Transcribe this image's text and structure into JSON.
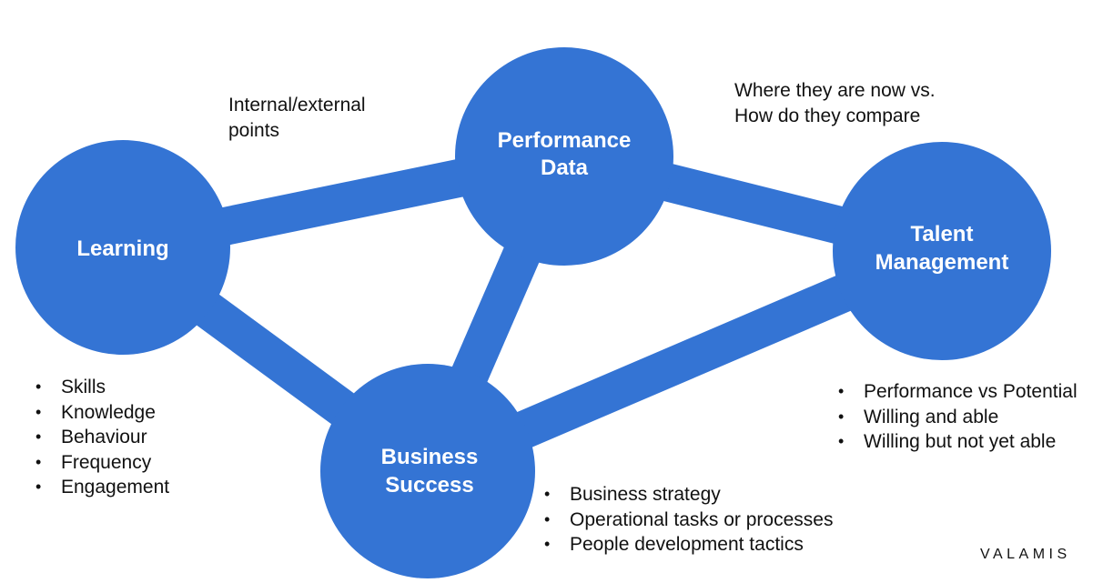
{
  "nodes": {
    "performance": {
      "line1": "Performance",
      "line2": "Data"
    },
    "learning": {
      "label": "Learning"
    },
    "talent": {
      "line1": "Talent",
      "line2": "Management"
    },
    "business": {
      "line1": "Business",
      "line2": "Success"
    }
  },
  "annotations": {
    "internal_external": {
      "line1": "Internal/external",
      "line2": "points"
    },
    "comparison": {
      "line1": "Where they are now vs.",
      "line2": "How do they compare"
    }
  },
  "learning_bullets": [
    "Skills",
    "Knowledge",
    "Behaviour",
    "Frequency",
    "Engagement"
  ],
  "talent_bullets": [
    "Performance vs Potential",
    "Willing and able",
    "Willing but not yet able"
  ],
  "business_bullets": [
    "Business strategy",
    "Operational tasks or processes",
    "People development tactics"
  ],
  "brand": {
    "logo_text": "VALAMIS"
  },
  "colors": {
    "node_fill": "#3474d4",
    "connector": "#3474d4",
    "text": "#111111"
  }
}
